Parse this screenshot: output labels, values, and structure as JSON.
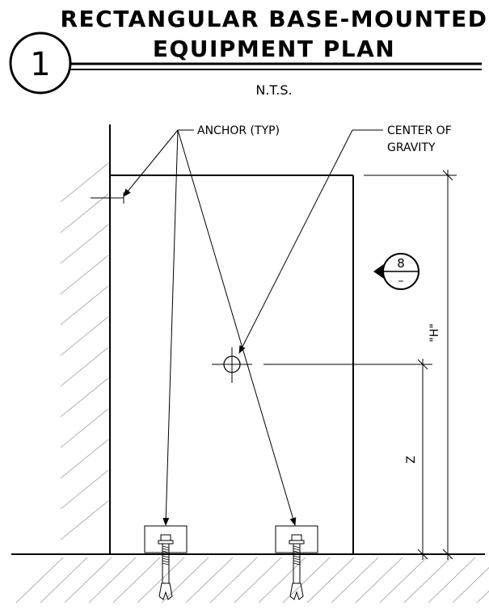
{
  "detail": {
    "number": "1",
    "title_line1": "RECTANGULAR BASE-MOUNTED",
    "title_line2": "EQUIPMENT PLAN",
    "scale": "N.T.S."
  },
  "labels": {
    "anchor": "ANCHOR (TYP)",
    "center_line1": "CENTER OF",
    "center_line2": "GRAVITY",
    "dim_h": "\"H\"",
    "dim_z": "Z"
  },
  "section_marker": {
    "top": "8",
    "bottom": "–"
  }
}
